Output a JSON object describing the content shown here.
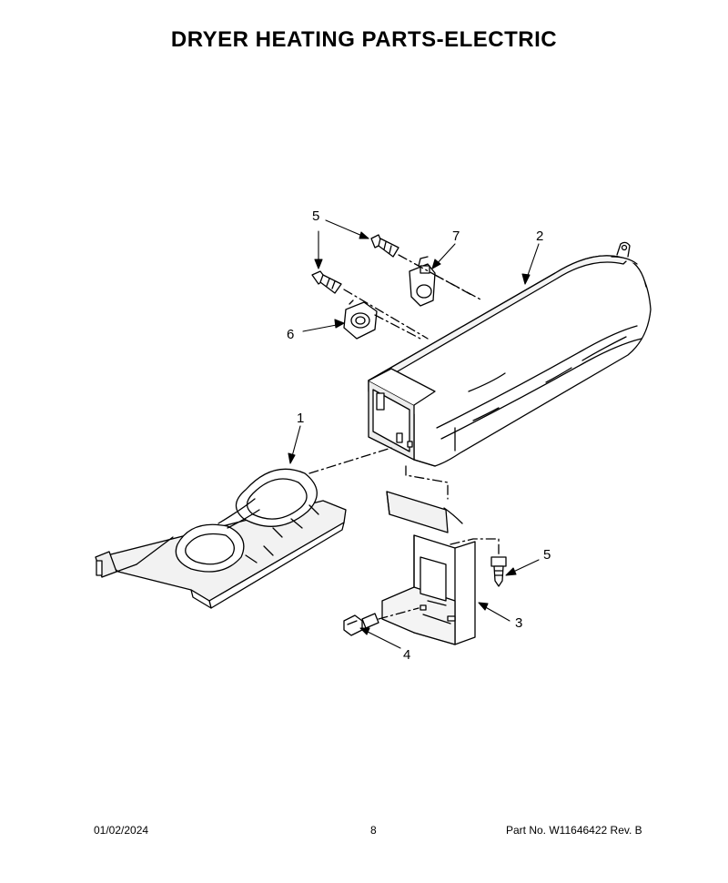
{
  "title": "DRYER HEATING PARTS-ELECTRIC",
  "callouts": {
    "c1": "1",
    "c2": "2",
    "c3": "3",
    "c4": "4",
    "c5a": "5",
    "c5b": "5",
    "c6": "6",
    "c7": "7"
  },
  "footer": {
    "date": "01/02/2024",
    "page": "8",
    "part_label": "Part No.",
    "part_number": "W11646422",
    "rev_label": "Rev.",
    "rev_value": "B"
  }
}
